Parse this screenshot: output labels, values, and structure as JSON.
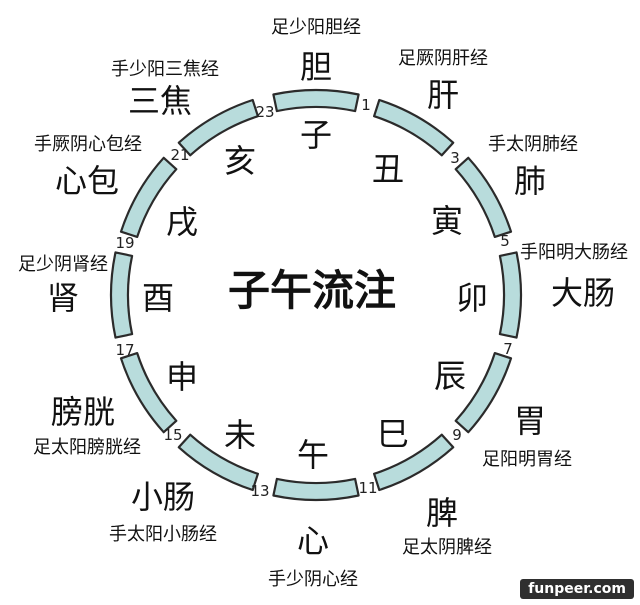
{
  "title": "子午流注",
  "hours": [
    "23",
    "1",
    "3",
    "5",
    "7",
    "9",
    "11",
    "13",
    "15",
    "17",
    "19",
    "21"
  ],
  "branches": [
    "子",
    "丑",
    "寅",
    "卯",
    "辰",
    "巳",
    "午",
    "未",
    "申",
    "酉",
    "戌",
    "亥"
  ],
  "organs": [
    "胆",
    "肝",
    "肺",
    "大肠",
    "胃",
    "脾",
    "心",
    "小肠",
    "膀胱",
    "肾",
    "心包",
    "三焦"
  ],
  "meridians": [
    "足少阳胆经",
    "足厥阴肝经",
    "手太阴肺经",
    "手阳明大肠经",
    "足阳明胃经",
    "足太阴脾经",
    "手少阴心经",
    "手太阳小肠经",
    "足太阳膀胱经",
    "足少阴肾经",
    "手厥阴心包经",
    "手少阳三焦经"
  ],
  "segment_color": "#b8dcdc",
  "watermark": "funpeer.com"
}
